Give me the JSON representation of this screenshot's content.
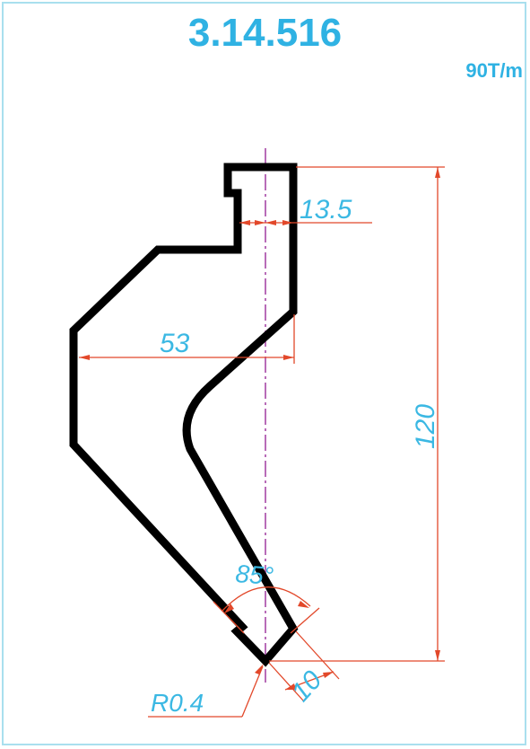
{
  "drawing": {
    "part_number": "3.14.516",
    "capacity": "90T/m"
  },
  "dimensions": {
    "tip_offset": "13.5",
    "width": "53",
    "height": "120",
    "angle": "85°",
    "tip_length": "10",
    "radius": "R0.4"
  },
  "colors": {
    "text": "#2fb2e3",
    "dimension_line": "#e2482a",
    "centerline": "#a03ca0",
    "profile": "#000000",
    "frame": "#a9dfee"
  }
}
